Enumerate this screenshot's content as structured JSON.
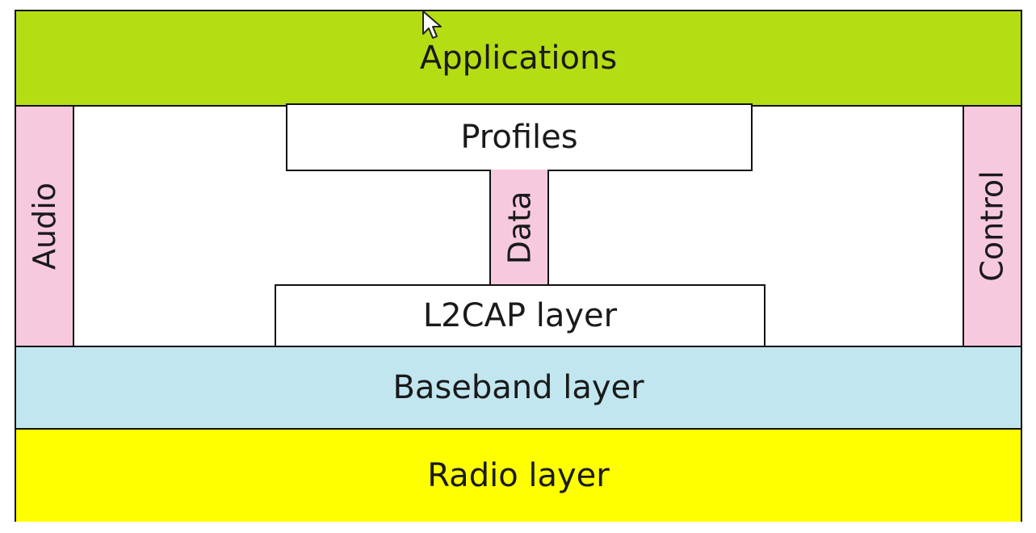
{
  "layers": {
    "applications": {
      "label": "Applications",
      "color": "#b5dd13"
    },
    "profiles": {
      "label": "Profiles",
      "color": "#ffffff"
    },
    "data": {
      "label": "Data",
      "color": "#f7c9df"
    },
    "l2cap": {
      "label": "L2CAP layer",
      "color": "#ffffff"
    },
    "audio": {
      "label": "Audio",
      "color": "#f7c9df"
    },
    "control": {
      "label": "Control",
      "color": "#f7c9df"
    },
    "baseband": {
      "label": "Baseband layer",
      "color": "#c1e6f0"
    },
    "radio": {
      "label": "Radio layer",
      "color": "#ffff00"
    }
  },
  "icons": {
    "cursor": "mouse-pointer-icon"
  }
}
